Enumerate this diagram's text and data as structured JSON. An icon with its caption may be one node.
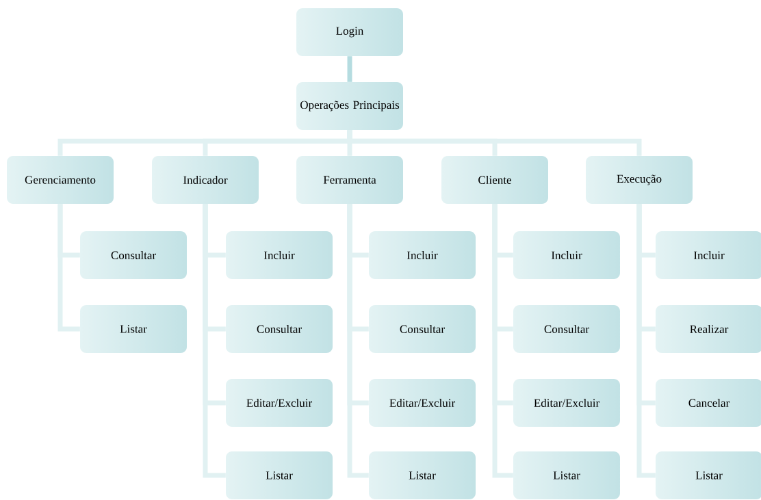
{
  "diagram": {
    "nodes": [
      {
        "text": [
          "Login"
        ]
      },
      {
        "text": [
          "Operações Principais"
        ]
      },
      {
        "text": [
          "Gerenciamento"
        ]
      },
      {
        "text": [
          "Indicador"
        ]
      },
      {
        "text": [
          "Ferramenta"
        ]
      },
      {
        "text": [
          "Cliente"
        ]
      },
      {
        "text": [
          "Execução"
        ]
      },
      {
        "text": [
          "Consultar"
        ]
      },
      {
        "text": [
          "Listar"
        ]
      },
      {
        "text": [
          "Incluir"
        ]
      },
      {
        "text": [
          "Consultar"
        ]
      },
      {
        "text": [
          "Editar/Excluir"
        ]
      },
      {
        "text": [
          "Listar"
        ]
      },
      {
        "text": [
          "Incluir"
        ]
      },
      {
        "text": [
          "Consultar"
        ]
      },
      {
        "text": [
          "Editar/Excluir"
        ]
      },
      {
        "text": [
          "Listar"
        ]
      },
      {
        "text": [
          "Incluir"
        ]
      },
      {
        "text": [
          "Consultar"
        ]
      },
      {
        "text": [
          "Editar/Excluir"
        ]
      },
      {
        "text": [
          "Listar"
        ]
      },
      {
        "text": [
          "Incluir"
        ]
      },
      {
        "text": [
          "Realizar"
        ]
      },
      {
        "text": [
          "Cancelar"
        ]
      },
      {
        "text": [
          "Listar"
        ]
      }
    ],
    "edges": [
      {
        "from": 0,
        "to": 1,
        "arrow": "none",
        "color": "#b5dce0"
      },
      {
        "from": 1,
        "to": 2,
        "arrow": "none"
      },
      {
        "from": 1,
        "to": 3,
        "arrow": "none"
      },
      {
        "from": 1,
        "to": 4,
        "arrow": "none"
      },
      {
        "from": 1,
        "to": 5,
        "arrow": "none"
      },
      {
        "from": 1,
        "to": 6,
        "arrow": "none"
      },
      {
        "from": 2,
        "to": 7,
        "arrow": "none"
      },
      {
        "from": 2,
        "to": 8,
        "arrow": "none"
      },
      {
        "from": 3,
        "to": 9,
        "arrow": "none"
      },
      {
        "from": 3,
        "to": 10,
        "arrow": "none"
      },
      {
        "from": 3,
        "to": 11,
        "arrow": "none"
      },
      {
        "from": 3,
        "to": 12,
        "arrow": "none"
      },
      {
        "from": 4,
        "to": 13,
        "arrow": "none"
      },
      {
        "from": 4,
        "to": 14,
        "arrow": "none"
      },
      {
        "from": 4,
        "to": 15,
        "arrow": "none"
      },
      {
        "from": 4,
        "to": 16,
        "arrow": "none"
      },
      {
        "from": 5,
        "to": 17,
        "arrow": "none"
      },
      {
        "from": 5,
        "to": 18,
        "arrow": "none"
      },
      {
        "from": 5,
        "to": 19,
        "arrow": "none"
      },
      {
        "from": 5,
        "to": 20,
        "arrow": "none"
      },
      {
        "from": 6,
        "to": 21,
        "arrow": "none"
      },
      {
        "from": 6,
        "to": 22,
        "arrow": "none"
      },
      {
        "from": 6,
        "to": 23,
        "arrow": "none"
      },
      {
        "from": 6,
        "to": 24,
        "arrow": "none"
      }
    ]
  }
}
